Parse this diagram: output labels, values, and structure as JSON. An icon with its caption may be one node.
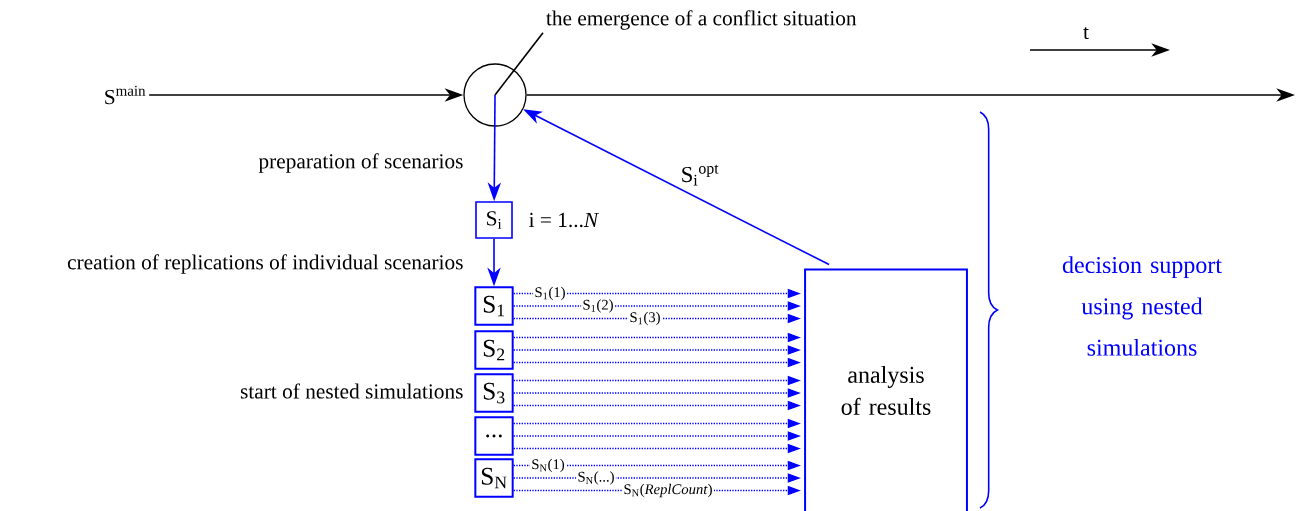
{
  "diagram": {
    "nodes": [
      {
        "text": [
          "S$^{main}$"
        ]
      },
      {
        "text": [],
        "shape": "circle"
      },
      {
        "text": [
          "the emergence of a conflict situation"
        ]
      },
      {
        "text": [
          "S$_{i}$"
        ]
      },
      {
        "text": [
          "S$_{1}$"
        ]
      },
      {
        "text": [
          "S$_{2}$"
        ]
      },
      {
        "text": [
          "S$_{3}$"
        ]
      },
      {
        "text": [
          "..."
        ]
      },
      {
        "text": [
          "S$_{N}$"
        ]
      },
      {
        "text": [
          "analysis of results"
        ]
      }
    ],
    "edges": [
      {
        "from": 0,
        "to": 1,
        "arrow": "to",
        "color": "#000000"
      },
      {
        "from": 2,
        "to": 1,
        "arrow": "none",
        "color": "#000000"
      },
      {
        "from": 1,
        "to": null,
        "arrow": "to",
        "color": "#000000"
      },
      {
        "from": 1,
        "to": 3,
        "arrow": "to"
      },
      {
        "from": 3,
        "to": 4,
        "arrow": "to"
      },
      {
        "from": 4,
        "to": 9,
        "arrow": "to",
        "style": "dashed",
        "label": "S$_{1}$(1)"
      },
      {
        "from": 4,
        "to": 9,
        "arrow": "to",
        "style": "dashed",
        "label": "S$_{1}$(2)"
      },
      {
        "from": 4,
        "to": 9,
        "arrow": "to",
        "style": "dashed",
        "label": "S$_{1}$(3)"
      },
      {
        "from": 5,
        "to": 9,
        "arrow": "to",
        "style": "dashed"
      },
      {
        "from": 5,
        "to": 9,
        "arrow": "to",
        "style": "dashed"
      },
      {
        "from": 5,
        "to": 9,
        "arrow": "to",
        "style": "dashed"
      },
      {
        "from": 6,
        "to": 9,
        "arrow": "to",
        "style": "dashed"
      },
      {
        "from": 6,
        "to": 9,
        "arrow": "to",
        "style": "dashed"
      },
      {
        "from": 6,
        "to": 9,
        "arrow": "to",
        "style": "dashed"
      },
      {
        "from": 7,
        "to": 9,
        "arrow": "to",
        "style": "dashed"
      },
      {
        "from": 7,
        "to": 9,
        "arrow": "to",
        "style": "dashed"
      },
      {
        "from": 7,
        "to": 9,
        "arrow": "to",
        "style": "dashed"
      },
      {
        "from": 8,
        "to": 9,
        "arrow": "to",
        "style": "dashed",
        "label": "S$_{N}$(1)"
      },
      {
        "from": 8,
        "to": 9,
        "arrow": "to",
        "style": "dashed",
        "label": "S$_{N}$(...)"
      },
      {
        "from": 8,
        "to": 9,
        "arrow": "to",
        "style": "dashed",
        "label": "S$_{N}$(*ReplCount*)"
      },
      {
        "from": 9,
        "to": 1,
        "arrow": "to",
        "label": "S$_{i}$$^{opt}$"
      }
    ],
    "labels": [
      "t",
      "preparation of scenarios",
      "i = 1...*N*",
      "creation of replications of individual scenarios",
      "decision support using nested simulations",
      "start of nested simulations"
    ]
  }
}
